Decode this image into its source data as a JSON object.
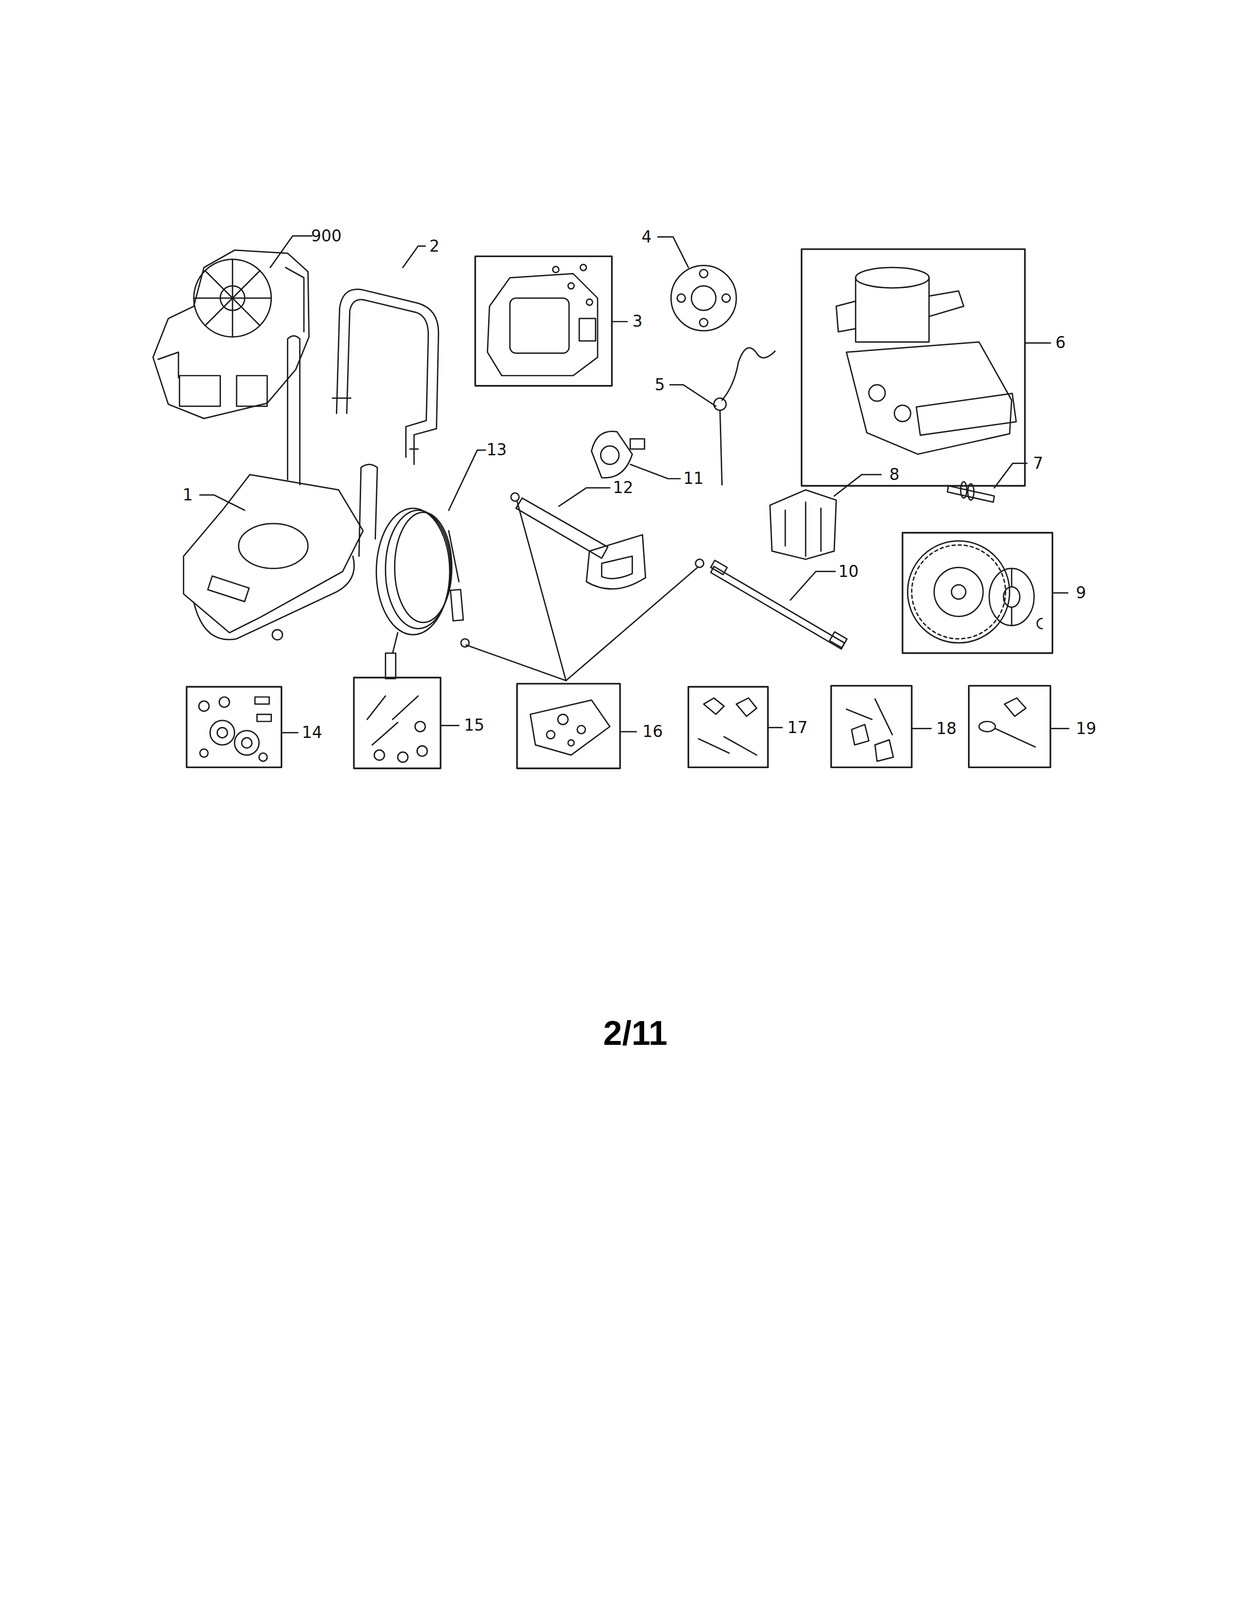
{
  "diagram": {
    "labels": [
      "900",
      "2",
      "3",
      "4",
      "6",
      "5",
      "11",
      "13",
      "12",
      "1",
      "8",
      "7",
      "10",
      "9",
      "14",
      "15",
      "16",
      "17",
      "18",
      "19",
      "2/11"
    ]
  }
}
